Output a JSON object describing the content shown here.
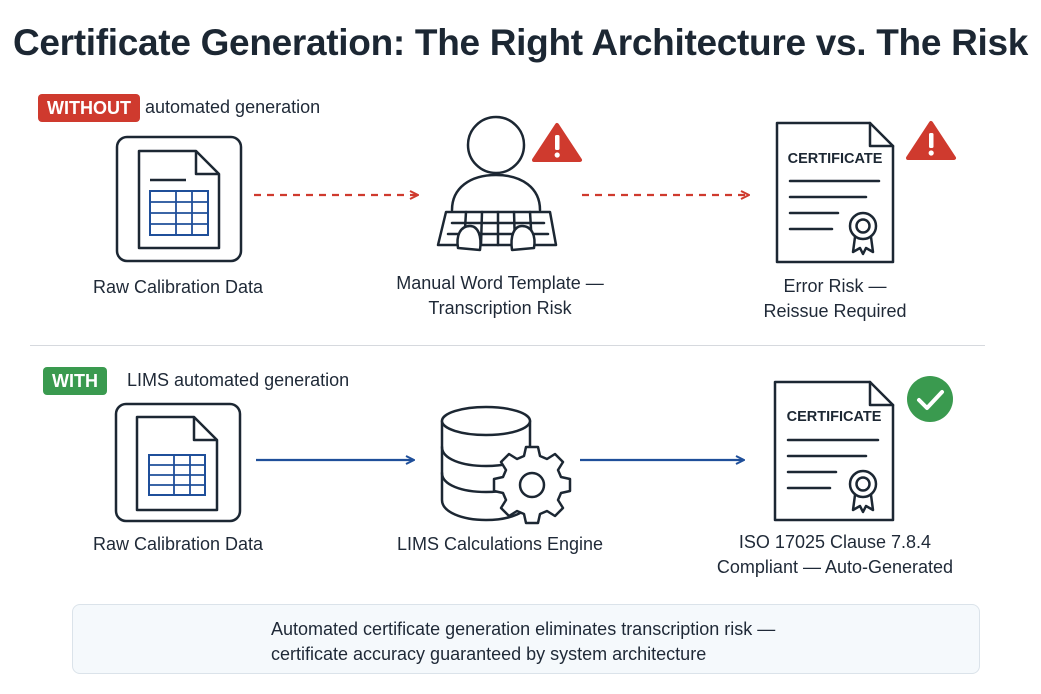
{
  "title": "Certificate Generation: The Right Architecture vs. The Risk",
  "without": {
    "badge": "WITHOUT",
    "caption": "automated generation",
    "steps": [
      {
        "label": "Raw Calibration Data"
      },
      {
        "label_line1": "Manual Word Template —",
        "label_line2": "Transcription Risk"
      },
      {
        "label_line1": "Error Risk —",
        "label_line2": "Reissue Required",
        "doc_title": "CERTIFICATE"
      }
    ]
  },
  "with": {
    "badge": "WITH",
    "caption": "LIMS automated generation",
    "steps": [
      {
        "label": "Raw Calibration Data"
      },
      {
        "label": "LIMS Calculations Engine"
      },
      {
        "label_line1": "ISO 17025 Clause 7.8.4",
        "label_line2": "Compliant — Auto-Generated",
        "doc_title": "CERTIFICATE"
      }
    ]
  },
  "summary": {
    "line1": "Automated certificate generation eliminates transcription risk —",
    "line2": "certificate accuracy guaranteed by system architecture"
  },
  "colors": {
    "risk_red": "#cf3a2e",
    "ok_green": "#3a9a4f",
    "flow_blue": "#1f4f9a",
    "icon_stroke": "#1c2733"
  },
  "icons": [
    "document-icon",
    "person-typing-icon",
    "warning-icon",
    "certificate-icon",
    "database-gear-icon",
    "checkmark-icon"
  ]
}
